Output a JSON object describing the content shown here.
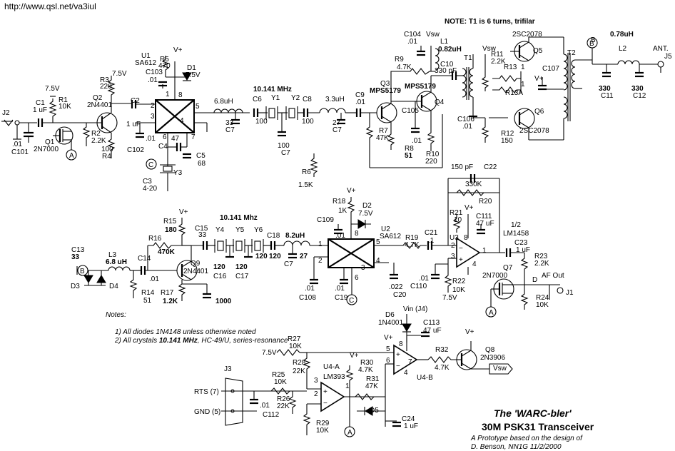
{
  "url": "http://www.qsl.net/va3iul",
  "note": "NOTE:  T1 is 6 turns, trifilar",
  "title": "The 'WARC-bler'",
  "subtitle": "30M PSK31 Transceiver",
  "credit1": "A Prototype based on the design of",
  "credit2": "D. Benson, NN1G     11/2/2000",
  "notes": {
    "heading": "Notes:",
    "line1": "1) All diodes 1N4148 unless otherwise noted",
    "line2_a": "2) All crystals ",
    "line2_b": "10.141 MHz",
    "line2_c": ",  HC-49/U, series-resonance"
  },
  "labels": [
    [
      "J2",
      3,
      161,
      0
    ],
    [
      "C1",
      50,
      147,
      0
    ],
    [
      "1 uF",
      46,
      157,
      0
    ],
    [
      "7.5V",
      63,
      127,
      0
    ],
    [
      "R1",
      82,
      143,
      0
    ],
    [
      "10K",
      82,
      152,
      0
    ],
    [
      "Q1",
      63,
      202,
      0
    ],
    [
      "2N7000",
      47,
      212,
      0
    ],
    [
      ".01",
      17,
      205,
      0
    ],
    [
      "C101",
      16,
      216,
      0
    ],
    [
      "R3",
      140,
      115,
      0
    ],
    [
      "220",
      140,
      124,
      0
    ],
    [
      "7.5V",
      157,
      106,
      0
    ],
    [
      "Q2",
      130,
      140,
      0
    ],
    [
      "2N4401",
      122,
      150,
      0
    ],
    [
      "C2",
      183,
      144,
      0
    ],
    [
      "1 uF",
      177,
      177,
      0
    ],
    [
      "R2",
      128,
      190,
      0
    ],
    [
      "2.2K",
      128,
      200,
      0
    ],
    [
      "100",
      142,
      212,
      0
    ],
    [
      "R4",
      143,
      222,
      0
    ],
    [
      "C102",
      178,
      213,
      0
    ],
    [
      ".01",
      204,
      197,
      0
    ],
    [
      "U1",
      198,
      81,
      0
    ],
    [
      "SA612",
      189,
      91,
      0
    ],
    [
      "R5",
      224,
      86,
      0
    ],
    [
      "470",
      222,
      95,
      0
    ],
    [
      "V+",
      243,
      73,
      0
    ],
    [
      "C103",
      204,
      104,
      0
    ],
    [
      ".01",
      207,
      115,
      0
    ],
    [
      "D1",
      262,
      98,
      0
    ],
    [
      "7.5V",
      260,
      108,
      0
    ],
    [
      "8",
      250,
      136,
      0
    ],
    [
      "1",
      232,
      135,
      0
    ],
    [
      "2",
      211,
      151,
      0
    ],
    [
      "3",
      211,
      166,
      0
    ],
    [
      "4",
      252,
      172,
      0
    ],
    [
      "5",
      274,
      152,
      0
    ],
    [
      "6",
      228,
      195,
      0
    ],
    [
      "7",
      268,
      195,
      0
    ],
    [
      "C4",
      222,
      208,
      0
    ],
    [
      "47",
      240,
      197,
      0
    ],
    [
      "C5",
      275,
      221,
      0
    ],
    [
      "68",
      277,
      232,
      0
    ],
    [
      "C3",
      200,
      257,
      0
    ],
    [
      "4-20",
      200,
      267,
      0
    ],
    [
      "Y3",
      243,
      245,
      0
    ],
    [
      "6.8uH",
      300,
      145,
      0
    ],
    [
      "33",
      316,
      175,
      0
    ],
    [
      "C7",
      316,
      185,
      0
    ],
    [
      "C6",
      354,
      142,
      0
    ],
    [
      "100",
      358,
      173,
      0
    ],
    [
      "10.141 MHz",
      355,
      128,
      1
    ],
    [
      "Y1",
      380,
      140,
      0
    ],
    [
      "Y2",
      408,
      140,
      0
    ],
    [
      "C8",
      424,
      142,
      0
    ],
    [
      "100",
      423,
      173,
      0
    ],
    [
      "100",
      389,
      207,
      0
    ],
    [
      "C7",
      394,
      217,
      0
    ],
    [
      "3.3uH",
      456,
      142,
      0
    ],
    [
      "27",
      466,
      175,
      0
    ],
    [
      "C7",
      466,
      185,
      0
    ],
    [
      "C9",
      498,
      136,
      0
    ],
    [
      ".01",
      498,
      146,
      0
    ],
    [
      "R6",
      423,
      244,
      0
    ],
    [
      "1.5K",
      418,
      262,
      0
    ],
    [
      "Q3",
      533,
      120,
      0
    ],
    [
      "MPS5179",
      518,
      130,
      1
    ],
    [
      "R7",
      531,
      186,
      0
    ],
    [
      "47K",
      527,
      196,
      0
    ],
    [
      "R8",
      567,
      211,
      0
    ],
    [
      "51",
      567,
      221,
      1
    ],
    [
      "C105",
      563,
      158,
      0
    ],
    [
      ".01",
      577,
      200,
      0
    ],
    [
      "R10",
      597,
      219,
      0
    ],
    [
      "220",
      596,
      229,
      0
    ],
    [
      "MPS5179",
      567,
      124,
      1
    ],
    [
      "Q4",
      609,
      146,
      0
    ],
    [
      "C104",
      566,
      51,
      0
    ],
    [
      ".01",
      571,
      61,
      0
    ],
    [
      "Vsw",
      597,
      51,
      0
    ],
    [
      "L1",
      617,
      61,
      0
    ],
    [
      "0.82uH",
      614,
      72,
      1
    ],
    [
      "R9",
      553,
      86,
      0
    ],
    [
      "4.7K",
      556,
      97,
      0
    ],
    [
      "C10",
      617,
      93,
      0
    ],
    [
      "330 pF",
      609,
      102,
      0
    ],
    [
      "T1",
      650,
      84,
      0
    ],
    [
      "Vsw",
      676,
      71,
      0
    ],
    [
      "R11",
      688,
      79,
      0
    ],
    [
      "2.2K",
      688,
      89,
      0
    ],
    [
      "R13",
      706,
      97,
      0
    ],
    [
      "1",
      730,
      97,
      0
    ],
    [
      "R13A",
      708,
      133,
      0
    ],
    [
      "1",
      730,
      121,
      0
    ],
    [
      "C106",
      641,
      170,
      0
    ],
    [
      ".01",
      648,
      180,
      0
    ],
    [
      "R12",
      702,
      190,
      0
    ],
    [
      "150",
      702,
      200,
      0
    ],
    [
      "2SC2078",
      718,
      51,
      0
    ],
    [
      "Q5",
      747,
      74,
      0
    ],
    [
      "C107",
      760,
      99,
      0
    ],
    [
      "V+",
      749,
      113,
      0
    ],
    [
      "Q6",
      749,
      159,
      0
    ],
    [
      "2SC2078",
      728,
      186,
      0
    ],
    [
      "T2",
      795,
      77,
      0
    ],
    [
      "B",
      828,
      59,
      0
    ],
    [
      "0.78uH",
      855,
      51,
      1
    ],
    [
      "L2",
      867,
      71,
      0
    ],
    [
      "ANT.",
      915,
      71,
      0
    ],
    [
      "J5",
      931,
      82,
      0
    ],
    [
      "330",
      839,
      127,
      1
    ],
    [
      "C11",
      842,
      137,
      0
    ],
    [
      "330",
      885,
      127,
      1
    ],
    [
      "C12",
      887,
      137,
      0
    ],
    [
      "150 pF",
      632,
      237,
      0
    ],
    [
      "C22",
      678,
      237,
      0
    ],
    [
      "330K",
      652,
      261,
      0
    ],
    [
      "R20",
      671,
      285,
      0
    ],
    [
      "V+",
      651,
      294,
      0
    ],
    [
      "R21",
      630,
      301,
      0
    ],
    [
      "10",
      636,
      311,
      0
    ],
    [
      "C111",
      667,
      306,
      0
    ],
    [
      "47 uF",
      667,
      316,
      0
    ],
    [
      "1/2",
      716,
      318,
      0
    ],
    [
      "LM1458",
      705,
      330,
      0
    ],
    [
      "8",
      650,
      336,
      0
    ],
    [
      "2",
      632,
      347,
      0
    ],
    [
      "3",
      632,
      362,
      0
    ],
    [
      "4",
      662,
      373,
      0
    ],
    [
      "1",
      676,
      354,
      0
    ],
    [
      "U3",
      630,
      336,
      0
    ],
    [
      "C23",
      721,
      343,
      0
    ],
    [
      "1 uF",
      723,
      353,
      0
    ],
    [
      "R23",
      749,
      362,
      0
    ],
    [
      "2.2K",
      749,
      372,
      0
    ],
    [
      "Q7",
      705,
      378,
      0
    ],
    [
      "2N7000",
      676,
      389,
      0
    ],
    [
      "D",
      746,
      395,
      0
    ],
    [
      "AF Out",
      759,
      389,
      0
    ],
    [
      "R24",
      751,
      420,
      0
    ],
    [
      "10K",
      751,
      430,
      0
    ],
    [
      "J1",
      793,
      413,
      0
    ],
    [
      ".01",
      587,
      393,
      0
    ],
    [
      "C110",
      575,
      404,
      0
    ],
    [
      "R22",
      634,
      397,
      0
    ],
    [
      "10K",
      634,
      409,
      0
    ],
    [
      "7.5V",
      620,
      420,
      0
    ],
    [
      "C13",
      100,
      353,
      0
    ],
    [
      "33",
      100,
      363,
      1
    ],
    [
      "L3",
      152,
      360,
      0
    ],
    [
      "6.8 uH",
      148,
      370,
      1
    ],
    [
      "D3",
      99,
      404,
      0
    ],
    [
      "D4",
      153,
      404,
      0
    ],
    [
      "C14",
      193,
      365,
      0
    ],
    [
      ".01",
      209,
      394,
      0
    ],
    [
      "R14",
      198,
      413,
      0
    ],
    [
      "51",
      201,
      424,
      0
    ],
    [
      "V+",
      251,
      300,
      0
    ],
    [
      "R15",
      229,
      313,
      0
    ],
    [
      "180",
      231,
      325,
      1
    ],
    [
      "R16",
      208,
      337,
      0
    ],
    [
      "470K",
      221,
      356,
      1
    ],
    [
      "Q9",
      267,
      372,
      0
    ],
    [
      "2N4401",
      257,
      383,
      0
    ],
    [
      "R17",
      225,
      413,
      0
    ],
    [
      "1.2K",
      228,
      425,
      1
    ],
    [
      "1000",
      302,
      425,
      1
    ],
    [
      "C15",
      273,
      323,
      0
    ],
    [
      "33",
      278,
      332,
      0
    ],
    [
      "10.141 Mhz",
      308,
      308,
      1
    ],
    [
      "Y4",
      302,
      325,
      0
    ],
    [
      "Y5",
      330,
      325,
      0
    ],
    [
      "Y6",
      356,
      325,
      0
    ],
    [
      "120",
      299,
      377,
      1
    ],
    [
      "C16",
      299,
      390,
      0
    ],
    [
      "120",
      330,
      377,
      1
    ],
    [
      "C17",
      330,
      390,
      0
    ],
    [
      "120",
      358,
      362,
      1
    ],
    [
      "C18",
      374,
      333,
      0
    ],
    [
      "120",
      377,
      362,
      1
    ],
    [
      "8.2uH",
      400,
      333,
      1
    ],
    [
      "27",
      420,
      362,
      1
    ],
    [
      "C7",
      398,
      373,
      0
    ],
    [
      "R18",
      466,
      285,
      0
    ],
    [
      "1K",
      474,
      298,
      0
    ],
    [
      "V+",
      486,
      270,
      0
    ],
    [
      "D2",
      508,
      291,
      0
    ],
    [
      "7.5V",
      502,
      302,
      0
    ],
    [
      "C109",
      444,
      311,
      0
    ],
    [
      ".01",
      470,
      333,
      0
    ],
    [
      "U2",
      534,
      324,
      0
    ],
    [
      "SA612",
      532,
      334,
      0
    ],
    [
      "8",
      497,
      330,
      0
    ],
    [
      "1",
      446,
      345,
      0
    ],
    [
      "2",
      446,
      368,
      0
    ],
    [
      "5",
      527,
      342,
      0
    ],
    [
      "4",
      527,
      368,
      0
    ],
    [
      "3",
      506,
      378,
      0
    ],
    [
      "6",
      497,
      392,
      0
    ],
    [
      ".01",
      427,
      407,
      0
    ],
    [
      "C108",
      419,
      420,
      0
    ],
    [
      ".01",
      469,
      407,
      0
    ],
    [
      "C19",
      469,
      420,
      0
    ],
    [
      ".022",
      545,
      405,
      0
    ],
    [
      "C20",
      551,
      416,
      0
    ],
    [
      "R19",
      568,
      336,
      0
    ],
    [
      "4.7K",
      567,
      346,
      0
    ],
    [
      "C21",
      595,
      329,
      0
    ],
    [
      ".1",
      600,
      340,
      0
    ],
    [
      "D6",
      540,
      444,
      0
    ],
    [
      "1N4001",
      530,
      455,
      0
    ],
    [
      "Vin (J4)",
      565,
      436,
      0
    ],
    [
      "C113",
      593,
      455,
      0
    ],
    [
      "47 uF",
      593,
      466,
      0
    ],
    [
      "V+",
      538,
      476,
      0
    ],
    [
      "8",
      559,
      485,
      0
    ],
    [
      "5",
      541,
      492,
      0
    ],
    [
      "6",
      541,
      508,
      0
    ],
    [
      "7",
      572,
      510,
      0
    ],
    [
      "4",
      566,
      525,
      0
    ],
    [
      "U4-B",
      584,
      532,
      0
    ],
    [
      "R32",
      610,
      493,
      0
    ],
    [
      "4.7K",
      609,
      518,
      0
    ],
    [
      "V+",
      652,
      468,
      0
    ],
    [
      "Q8",
      680,
      493,
      0
    ],
    [
      "2N3906",
      673,
      504,
      0
    ],
    [
      "Vsw",
      691,
      519,
      0
    ],
    [
      "R27",
      403,
      478,
      0
    ],
    [
      "10K",
      405,
      488,
      0
    ],
    [
      "7.5V",
      367,
      497,
      0
    ],
    [
      "R28",
      410,
      511,
      0
    ],
    [
      "22K",
      410,
      523,
      0
    ],
    [
      "V+",
      490,
      501,
      0
    ],
    [
      "R30",
      505,
      511,
      0
    ],
    [
      "4.7K",
      502,
      521,
      0
    ],
    [
      "U4-A",
      453,
      517,
      0
    ],
    [
      "LM393",
      453,
      531,
      0
    ],
    [
      "3",
      440,
      536,
      0
    ],
    [
      "2",
      440,
      555,
      0
    ],
    [
      "1",
      484,
      544,
      0
    ],
    [
      "R31",
      513,
      534,
      0
    ],
    [
      "47K",
      512,
      544,
      0
    ],
    [
      "D5",
      518,
      578,
      0
    ],
    [
      "C24",
      563,
      590,
      0
    ],
    [
      "1 uF",
      566,
      600,
      0
    ],
    [
      "J3",
      314,
      520,
      0
    ],
    [
      "RTS (7)",
      272,
      552,
      0
    ],
    [
      "GND (5)",
      272,
      580,
      0
    ],
    [
      "R25",
      381,
      528,
      0
    ],
    [
      "10K",
      384,
      538,
      0
    ],
    [
      "R26",
      388,
      562,
      0
    ],
    [
      "22K",
      388,
      572,
      0
    ],
    [
      ".01",
      364,
      571,
      0
    ],
    [
      "C112",
      368,
      584,
      0
    ],
    [
      "R29",
      443,
      596,
      0
    ],
    [
      "10K",
      443,
      606,
      0
    ]
  ]
}
